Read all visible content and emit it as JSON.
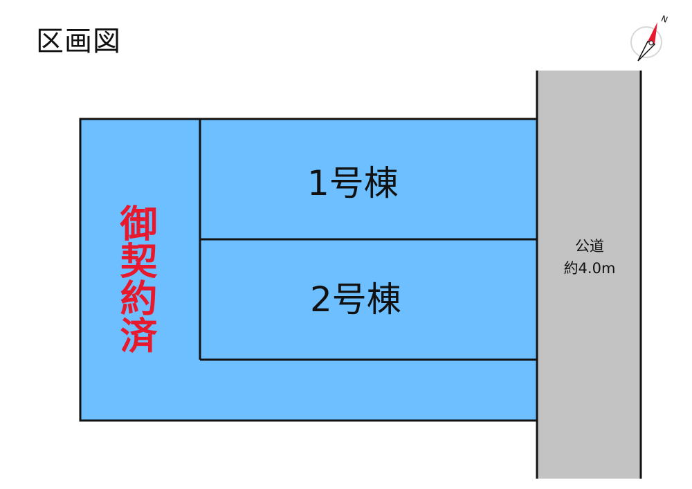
{
  "title": "区画図",
  "sold_label": "御契約済",
  "lots": [
    {
      "label": "1号棟"
    },
    {
      "label": "2号棟"
    }
  ],
  "road": {
    "line1": "公道",
    "line2": "約4.0m"
  },
  "compass": {
    "north_label": "N",
    "icon": "north-arrow-icon"
  },
  "colors": {
    "lot_fill": "#6dbfff",
    "road_fill": "#c3c3c3",
    "line": "#111111",
    "sold_text": "#e8192c",
    "compass_arrow": "#e8192c"
  }
}
